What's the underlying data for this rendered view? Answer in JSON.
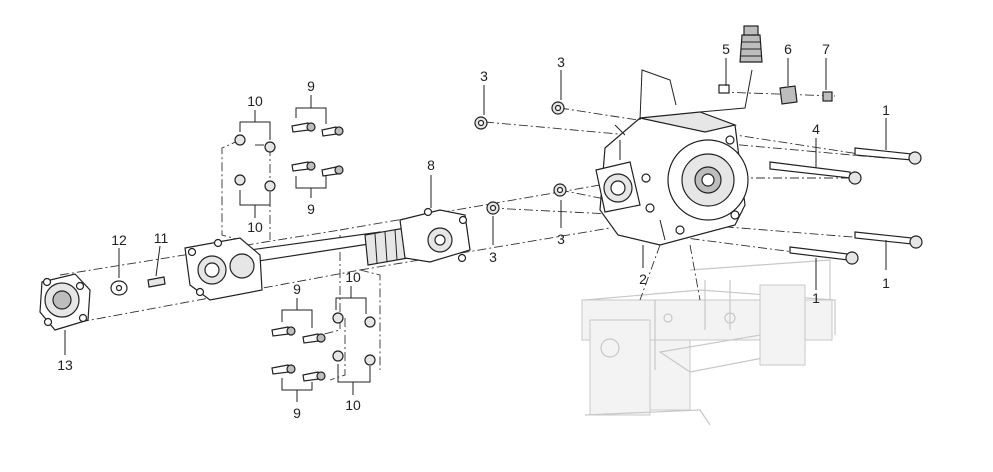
{
  "diagram": {
    "callouts": {
      "c1a": "1",
      "c1b": "1",
      "c1c": "1",
      "c2": "2",
      "c3a": "3",
      "c3b": "3",
      "c3c": "3",
      "c3d": "3",
      "c4": "4",
      "c5": "5",
      "c6": "6",
      "c7": "7",
      "c8": "8",
      "c9a": "9",
      "c9b": "9",
      "c9c": "9",
      "c9d": "9",
      "c10a": "10",
      "c10b": "10",
      "c10c": "10",
      "c10d": "10",
      "c11": "11",
      "c12": "12",
      "c13": "13"
    }
  }
}
